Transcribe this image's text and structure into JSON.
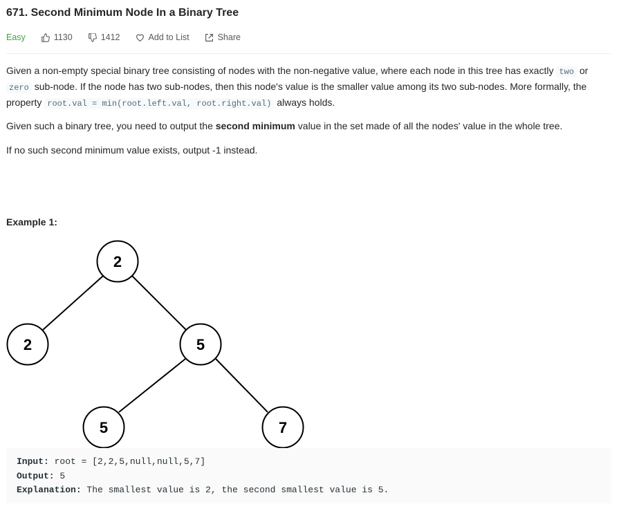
{
  "problem": {
    "title": "671. Second Minimum Node In a Binary Tree",
    "difficulty": "Easy",
    "likes": "1130",
    "dislikes": "1412",
    "add_to_list": "Add to List",
    "share": "Share"
  },
  "description": {
    "p1_a": "Given a non-empty special binary tree consisting of nodes with the non-negative value, where each node in this tree has exactly ",
    "p1_code1": "two",
    "p1_b": " or ",
    "p1_code2": "zero",
    "p1_c": " sub-node. If the node has two sub-nodes, then this node's value is the smaller value among its two sub-nodes. More formally, the property ",
    "p1_code3": "root.val = min(root.left.val, root.right.val)",
    "p1_d": " always holds.",
    "p2_a": "Given such a binary tree, you need to output the ",
    "p2_bold": "second minimum",
    "p2_b": " value in the set made of all the nodes' value in the whole tree.",
    "p3": "If no such second minimum value exists, output -1 instead."
  },
  "example": {
    "title": "Example 1:",
    "tree_nodes": [
      "2",
      "2",
      "5",
      "5",
      "7"
    ],
    "input_label": "Input:",
    "input_value": " root = [2,2,5,null,null,5,7]",
    "output_label": "Output:",
    "output_value": " 5",
    "explanation_label": "Explanation:",
    "explanation_value": " The smallest value is 2, the second smallest value is 5."
  },
  "colors": {
    "easy": "#43a047",
    "code_bg": "#f7f9fa",
    "pre_bg": "#fafafa"
  }
}
